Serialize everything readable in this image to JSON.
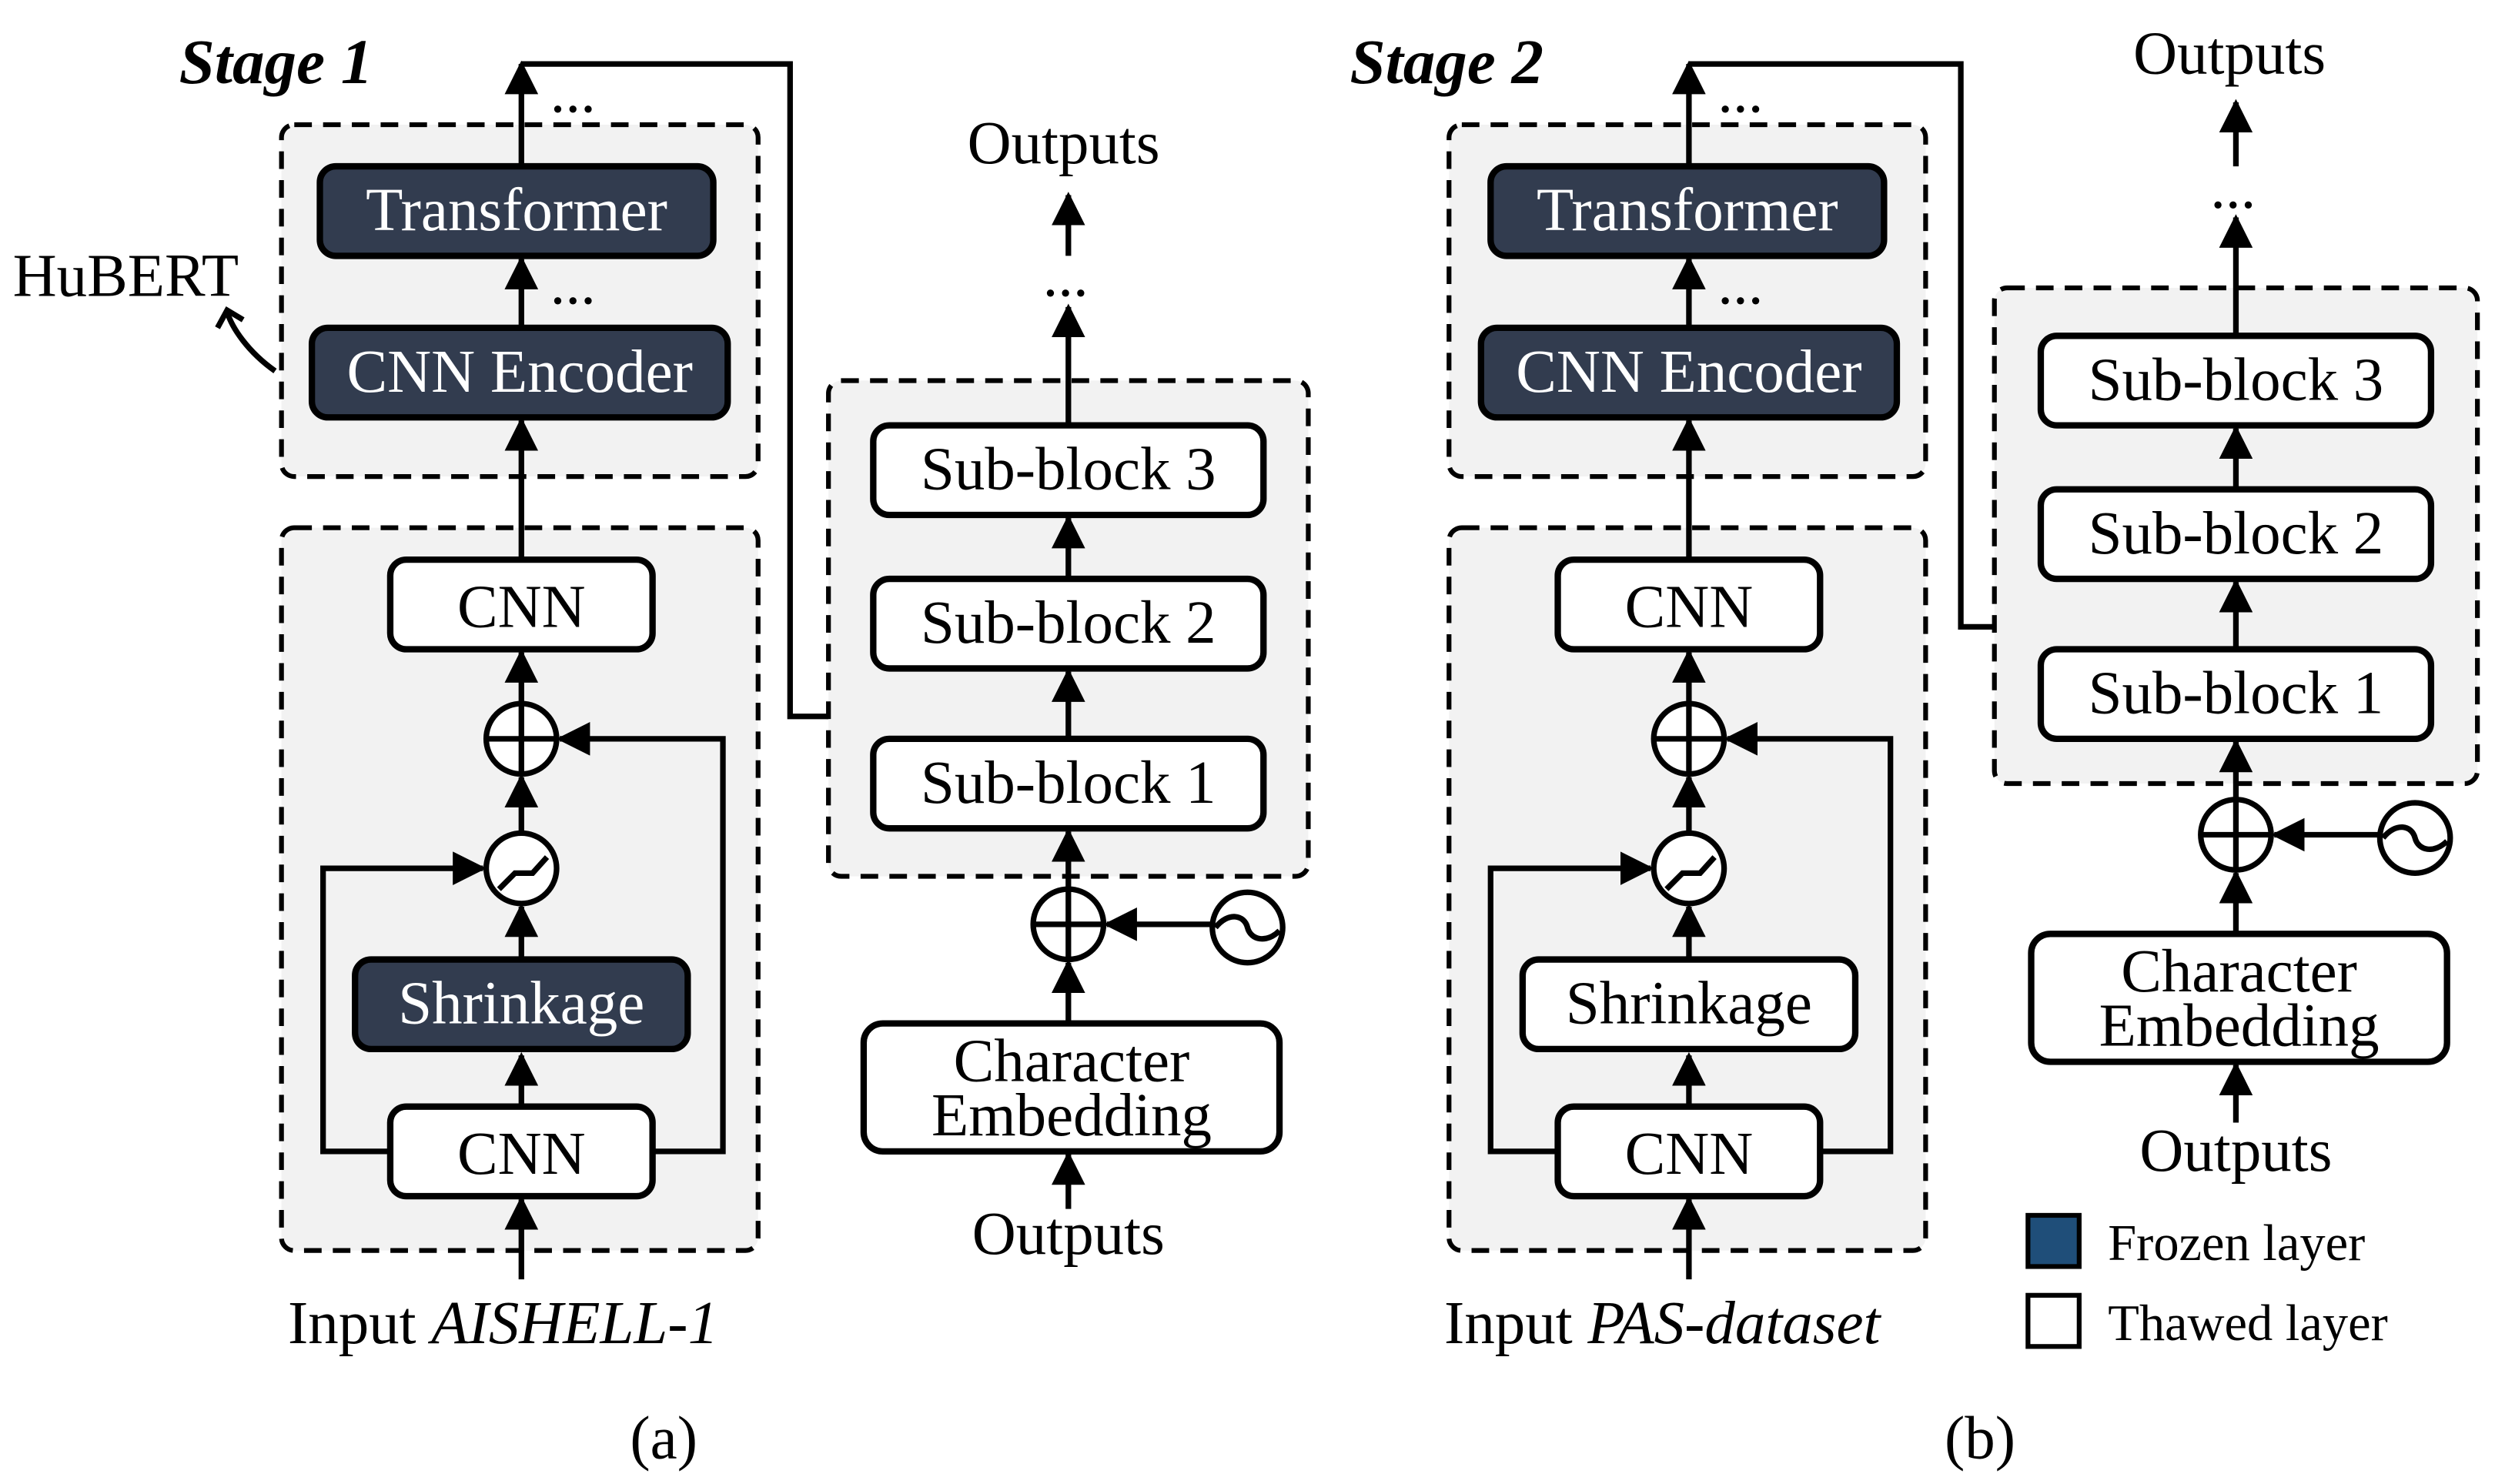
{
  "panel_a": {
    "stage_title": "Stage 1",
    "hubert_label": "HuBERT",
    "transformer": "Transformer",
    "cnn_encoder": "CNN Encoder",
    "cnn_top": "CNN",
    "shrinkage": "Shrinkage",
    "cnn_bottom": "CNN",
    "input_prefix": "Input ",
    "input_dataset": "AISHELL-1",
    "ellipsis": "...",
    "decoder": {
      "outputs_top": "Outputs",
      "sub_block_3": "Sub-block 3",
      "sub_block_2": "Sub-block 2",
      "sub_block_1": "Sub-block 1",
      "char_emb_line1": "Character",
      "char_emb_line2": "Embedding",
      "outputs_bottom": "Outputs"
    },
    "caption": "(a)"
  },
  "panel_b": {
    "stage_title": "Stage 2",
    "transformer": "Transformer",
    "cnn_encoder": "CNN Encoder",
    "cnn_top": "CNN",
    "shrinkage": "Shrinkage",
    "cnn_bottom": "CNN",
    "input_prefix": "Input ",
    "input_dataset": "PAS-dataset",
    "ellipsis": "...",
    "decoder": {
      "outputs_top": "Outputs",
      "sub_block_3": "Sub-block 3",
      "sub_block_2": "Sub-block 2",
      "sub_block_1": "Sub-block 1",
      "char_emb_line1": "Character",
      "char_emb_line2": "Embedding",
      "outputs_bottom": "Outputs"
    },
    "caption": "(b)"
  },
  "legend": {
    "frozen": {
      "label": "Frozen layer",
      "color": "#1f4e79"
    },
    "thawed": {
      "label": "Thawed layer",
      "color": "#ffffff"
    }
  },
  "colors": {
    "frozen_block": "#323c4f",
    "group_background": "#f2f2f2"
  }
}
